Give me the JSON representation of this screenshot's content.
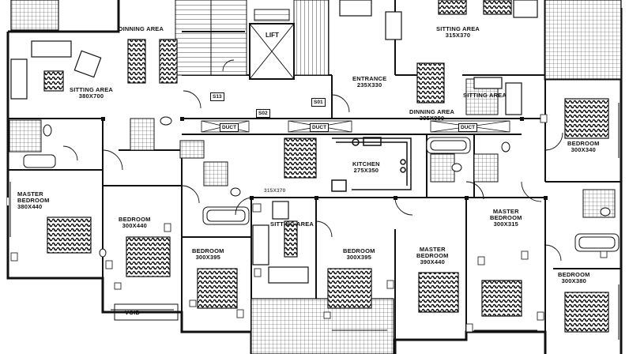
{
  "rooms": {
    "dining_left": "DINNING AREA",
    "sitting_top_right": "SITTING AREA",
    "sitting_top_right_dim": "315X370",
    "sitting_left": "SITTING AREA",
    "sitting_left_dim": "380X700",
    "lift": "LIFT",
    "entrance": "ENTRANCE",
    "entrance_dim": "235X330",
    "dining_right": "DINNING AREA",
    "dining_right_dim": "305X000",
    "sitting_far_right": "SITTING AREA",
    "kitchen": "KITCHEN",
    "kitchen_dim": "275X350",
    "master_left": "MASTER",
    "master_left_line2": "BEDROOM",
    "master_left_dim": "380X440",
    "bedroom_1": "BEDROOM",
    "bedroom_1_dim": "300X440",
    "bedroom_2": "BEDROOM",
    "bedroom_2_dim": "300X395",
    "sitting_center": "SITTING AREA",
    "sitting_center_dim": "315X370",
    "bedroom_3": "BEDROOM",
    "bedroom_3_dim": "300X395",
    "master_center": "MASTER",
    "master_center_line2": "BEDROOM",
    "master_center_dim": "390X440",
    "master_right": "MASTER",
    "master_right_line2": "BEDROOM",
    "master_right_dim": "300X315",
    "bedroom_right_top": "BEDROOM",
    "bedroom_right_top_dim": "300X340",
    "bedroom_right_bottom": "BEDROOM",
    "bedroom_right_bottom_dim": "300X380",
    "void": "VOID"
  },
  "tags": {
    "s13": "S13",
    "s02": "S02",
    "s01": "S01",
    "duct_1": "DUCT",
    "duct_2": "DUCT",
    "duct_3": "DUCT"
  },
  "colors": {
    "line": "#111111",
    "background": "#ffffff",
    "hatch": "#222222"
  }
}
